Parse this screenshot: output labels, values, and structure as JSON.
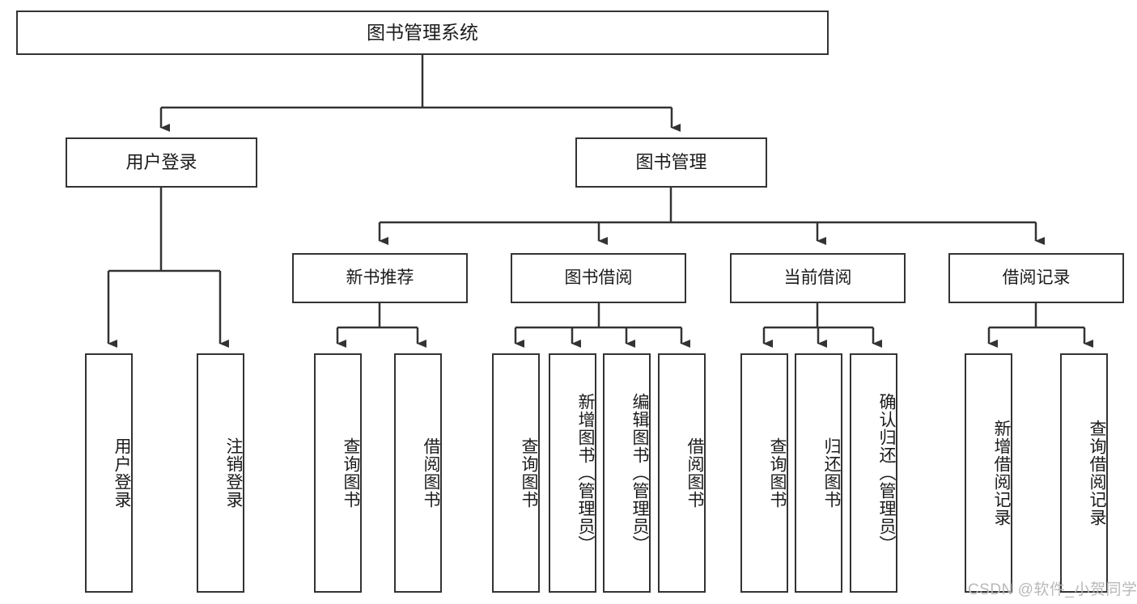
{
  "diagram": {
    "title": "图书管理系统",
    "type": "功能结构图",
    "root": {
      "label": "图书管理系统"
    },
    "level2": [
      {
        "label": "用户登录"
      },
      {
        "label": "图书管理"
      }
    ],
    "level3": [
      {
        "label": "新书推荐"
      },
      {
        "label": "图书借阅"
      },
      {
        "label": "当前借阅"
      },
      {
        "label": "借阅记录"
      }
    ],
    "leaves": {
      "user_login": [
        {
          "label": "用户登录"
        },
        {
          "label": "注销登录"
        }
      ],
      "new_book_recommend": [
        {
          "label": "查询图书"
        },
        {
          "label": "借阅图书"
        }
      ],
      "book_borrow": [
        {
          "label": "查询图书"
        },
        {
          "label": "新增图书（管理员）"
        },
        {
          "label": "编辑图书（管理员）"
        },
        {
          "label": "借阅图书"
        }
      ],
      "current_borrow": [
        {
          "label": "查询图书"
        },
        {
          "label": "归还图书"
        },
        {
          "label": "确认归还（管理员）"
        }
      ],
      "borrow_record": [
        {
          "label": "新增借阅记录"
        },
        {
          "label": "查询借阅记录"
        }
      ]
    }
  },
  "watermark": {
    "text": "CSDN @软件_小贺同学"
  },
  "colors": {
    "stroke": "#333333",
    "background": "#ffffff",
    "text": "#1b1b1b",
    "watermark": "#b9b9b9"
  }
}
